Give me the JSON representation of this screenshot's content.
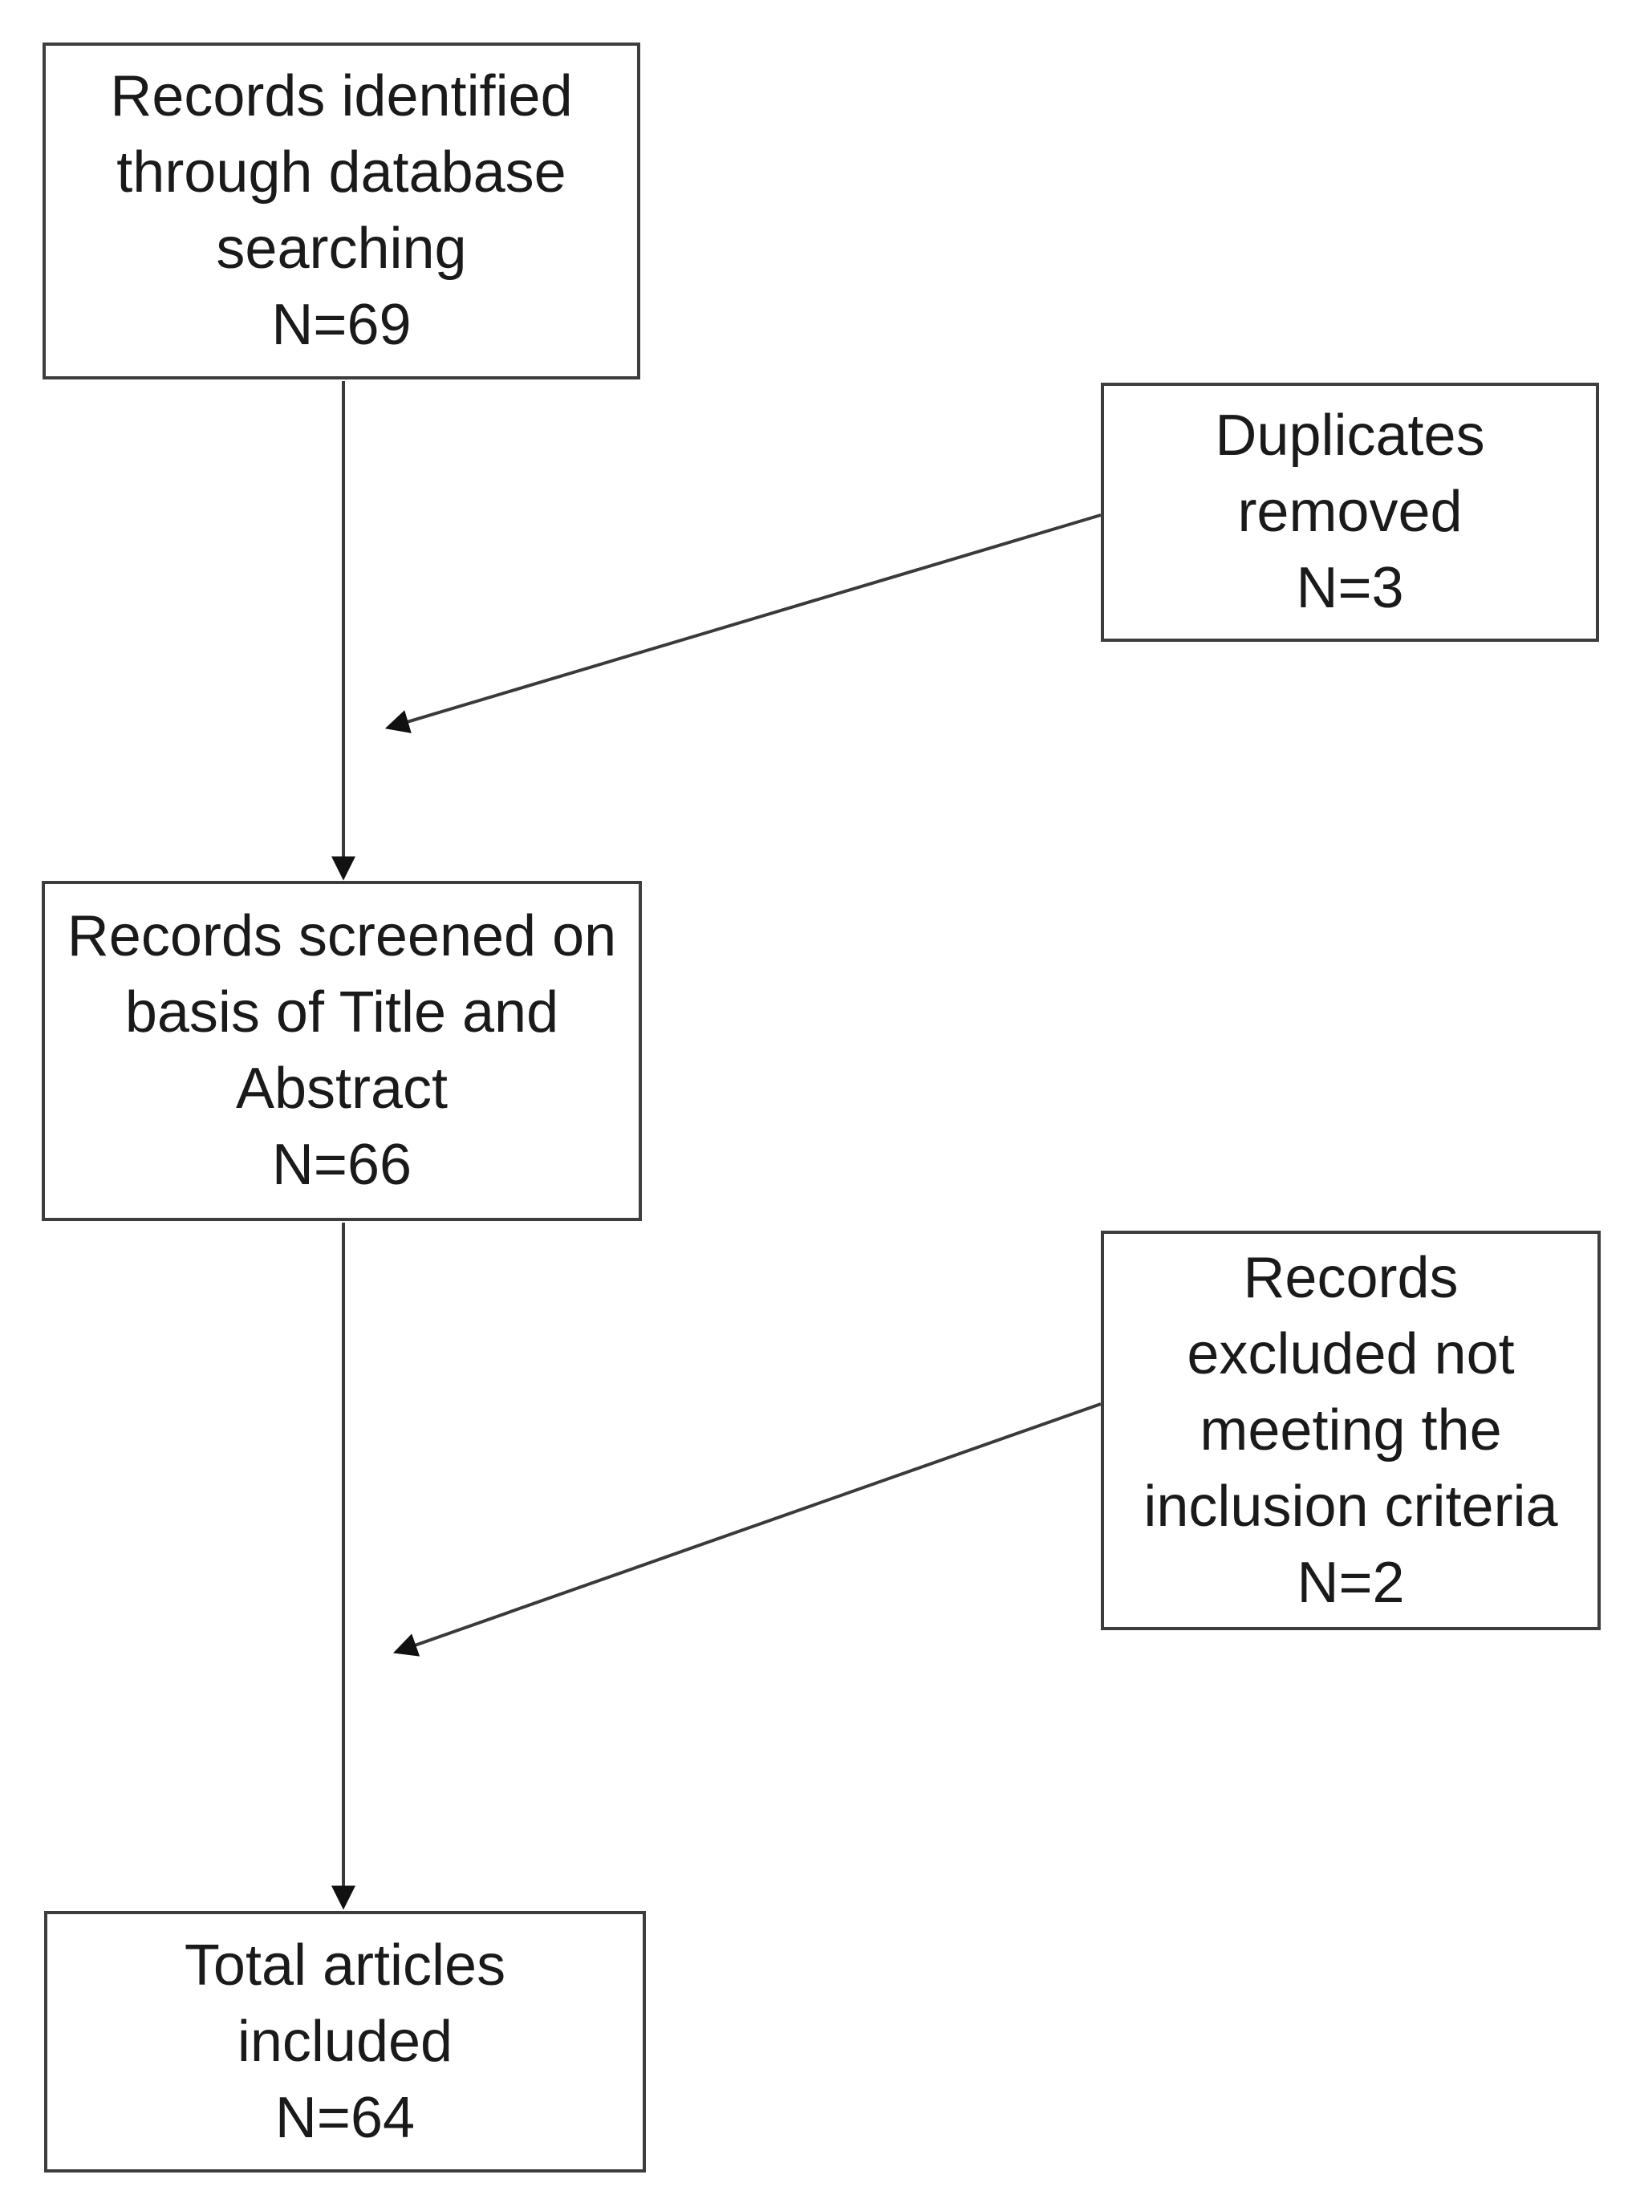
{
  "flowchart": {
    "boxes": [
      {
        "id": "records-identified",
        "lines": [
          "Records identified",
          "through database",
          "searching",
          "N=69"
        ]
      },
      {
        "id": "duplicates-removed",
        "lines": [
          "Duplicates",
          "removed",
          "N=3"
        ]
      },
      {
        "id": "records-screened",
        "lines": [
          "Records screened on",
          "basis of Title and",
          "Abstract",
          "N=66"
        ]
      },
      {
        "id": "records-excluded",
        "lines": [
          "Records",
          "excluded not",
          "meeting the",
          "inclusion criteria",
          "N=2"
        ]
      },
      {
        "id": "total-articles-included",
        "lines": [
          "Total articles",
          "included",
          "N=64"
        ]
      }
    ],
    "connections": [
      {
        "from": "records-identified",
        "to": "records-screened",
        "style": "vertical-arrow"
      },
      {
        "from": "duplicates-removed",
        "to": "main-flow",
        "style": "diagonal-arrow"
      },
      {
        "from": "records-screened",
        "to": "total-articles-included",
        "style": "vertical-arrow"
      },
      {
        "from": "records-excluded",
        "to": "main-flow",
        "style": "diagonal-arrow"
      }
    ],
    "colors": {
      "background": "#ffffff",
      "box_border": "#3d3d3d",
      "connector": "#3a3a3a",
      "arrowhead": "#111111",
      "text": "#1a1a1a"
    }
  }
}
